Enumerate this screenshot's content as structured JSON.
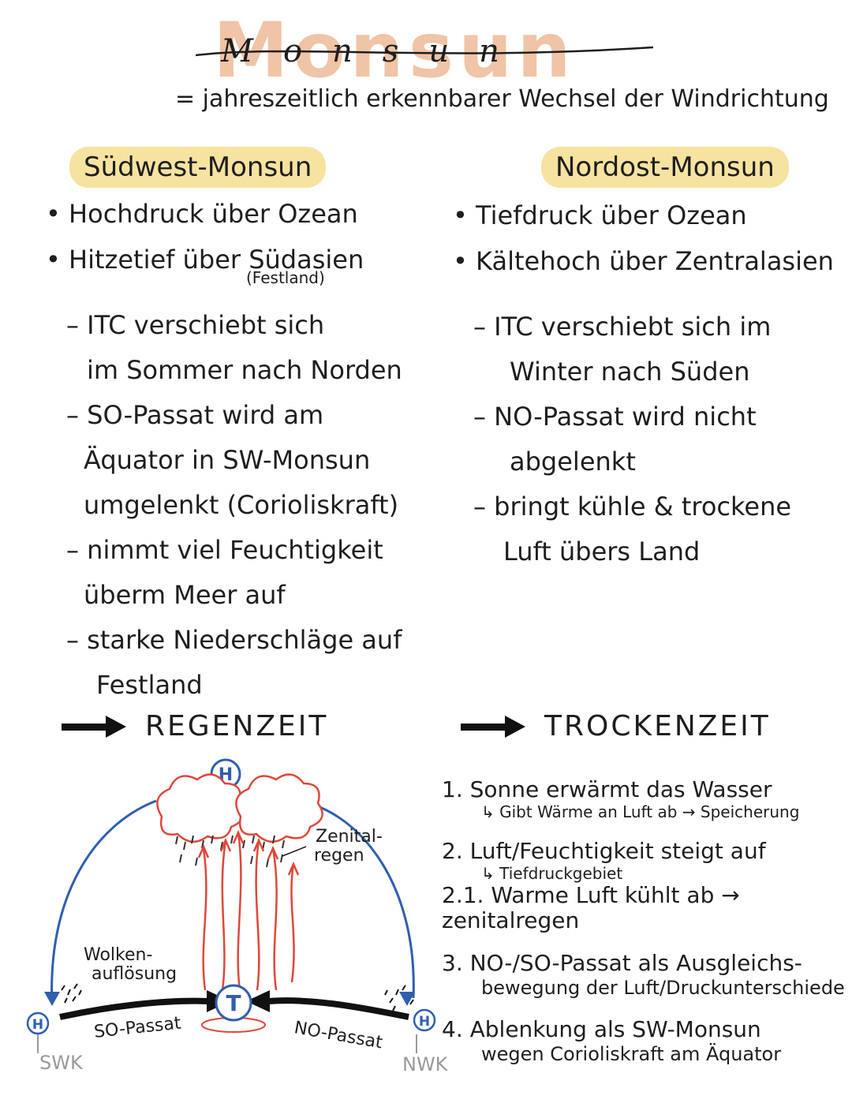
{
  "title": "Monsun",
  "definition": "= jahreszeitlich erkennbarer Wechsel der Windrichtung",
  "southwest": {
    "heading": "Südwest-Monsun",
    "bullets": [
      "Hochdruck über Ozean",
      "Hitzetief über Südasien"
    ],
    "bullet_note": "(Festland)",
    "points": [
      "– ITC verschiebt sich",
      "im Sommer nach Norden",
      "– SO-Passat wird am",
      "Äquator in SW-Monsun",
      "umgelenkt (Corioliskraft)",
      "– nimmt viel Feuchtigkeit",
      "überm Meer auf",
      "– starke Niederschläge auf",
      "Festland"
    ],
    "result": "REGENZEIT"
  },
  "northeast": {
    "heading": "Nordost-Monsun",
    "bullets": [
      "Tiefdruck über Ozean",
      "Kältehoch über Zentralasien"
    ],
    "points": [
      "– ITC verschiebt sich im",
      "Winter nach Süden",
      "– NO-Passat wird nicht",
      "abgelenkt",
      "– bringt kühle & trockene",
      "Luft übers Land"
    ],
    "result": "TROCKENZEIT"
  },
  "diagram": {
    "high_label": "H",
    "low_label": "T",
    "zenith_rain": [
      "Zenital-",
      "regen"
    ],
    "cloud_dissolve": [
      "Wolken-",
      "auflösung"
    ],
    "so_passat": "SO-Passat",
    "no_passat": "NO-Passat",
    "swk": "SWK",
    "nwk": "NWK",
    "colors": {
      "blue": "#2f5fae",
      "red": "#e0473a",
      "black": "#111111"
    }
  },
  "steps": [
    {
      "main": "1. Sonne erwärmt das Wasser",
      "note": "↳ Gibt Wärme an Luft ab → Speicherung"
    },
    {
      "main": "2. Luft/Feuchtigkeit steigt auf",
      "note": "↳ Tiefdruckgebiet"
    },
    {
      "main": "2.1. Warme Luft kühlt ab → zenitalregen",
      "note": ""
    },
    {
      "main": "3. NO-/SO-Passat als Ausgleichs-",
      "note": "bewegung der Luft/Druckunterschiede"
    },
    {
      "main": "4. Ablenkung als SW-Monsun",
      "note": "wegen Corioliskraft am Äquator"
    }
  ]
}
